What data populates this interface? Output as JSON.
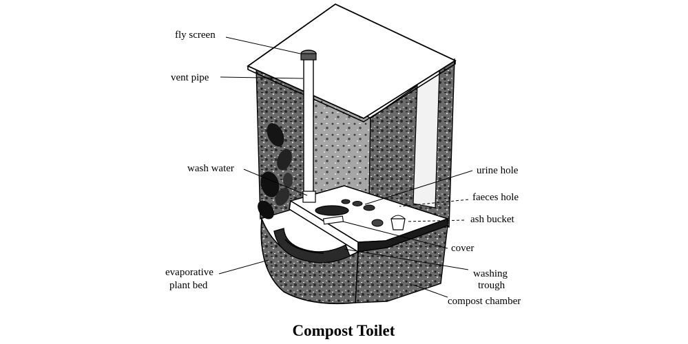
{
  "caption": "Compost Toilet",
  "labels": {
    "fly_screen": "fly screen",
    "vent_pipe": "vent pipe",
    "wash_water": "wash water",
    "urine_hole": "urine hole",
    "faeces_hole": "faeces hole",
    "ash_bucket": "ash bucket",
    "cover": "cover",
    "washing_trough_line1": "washing",
    "washing_trough_line2": "trough",
    "evaporative_line1": "evaporative",
    "evaporative_line2": "plant bed",
    "compost_chamber": "compost chamber"
  }
}
